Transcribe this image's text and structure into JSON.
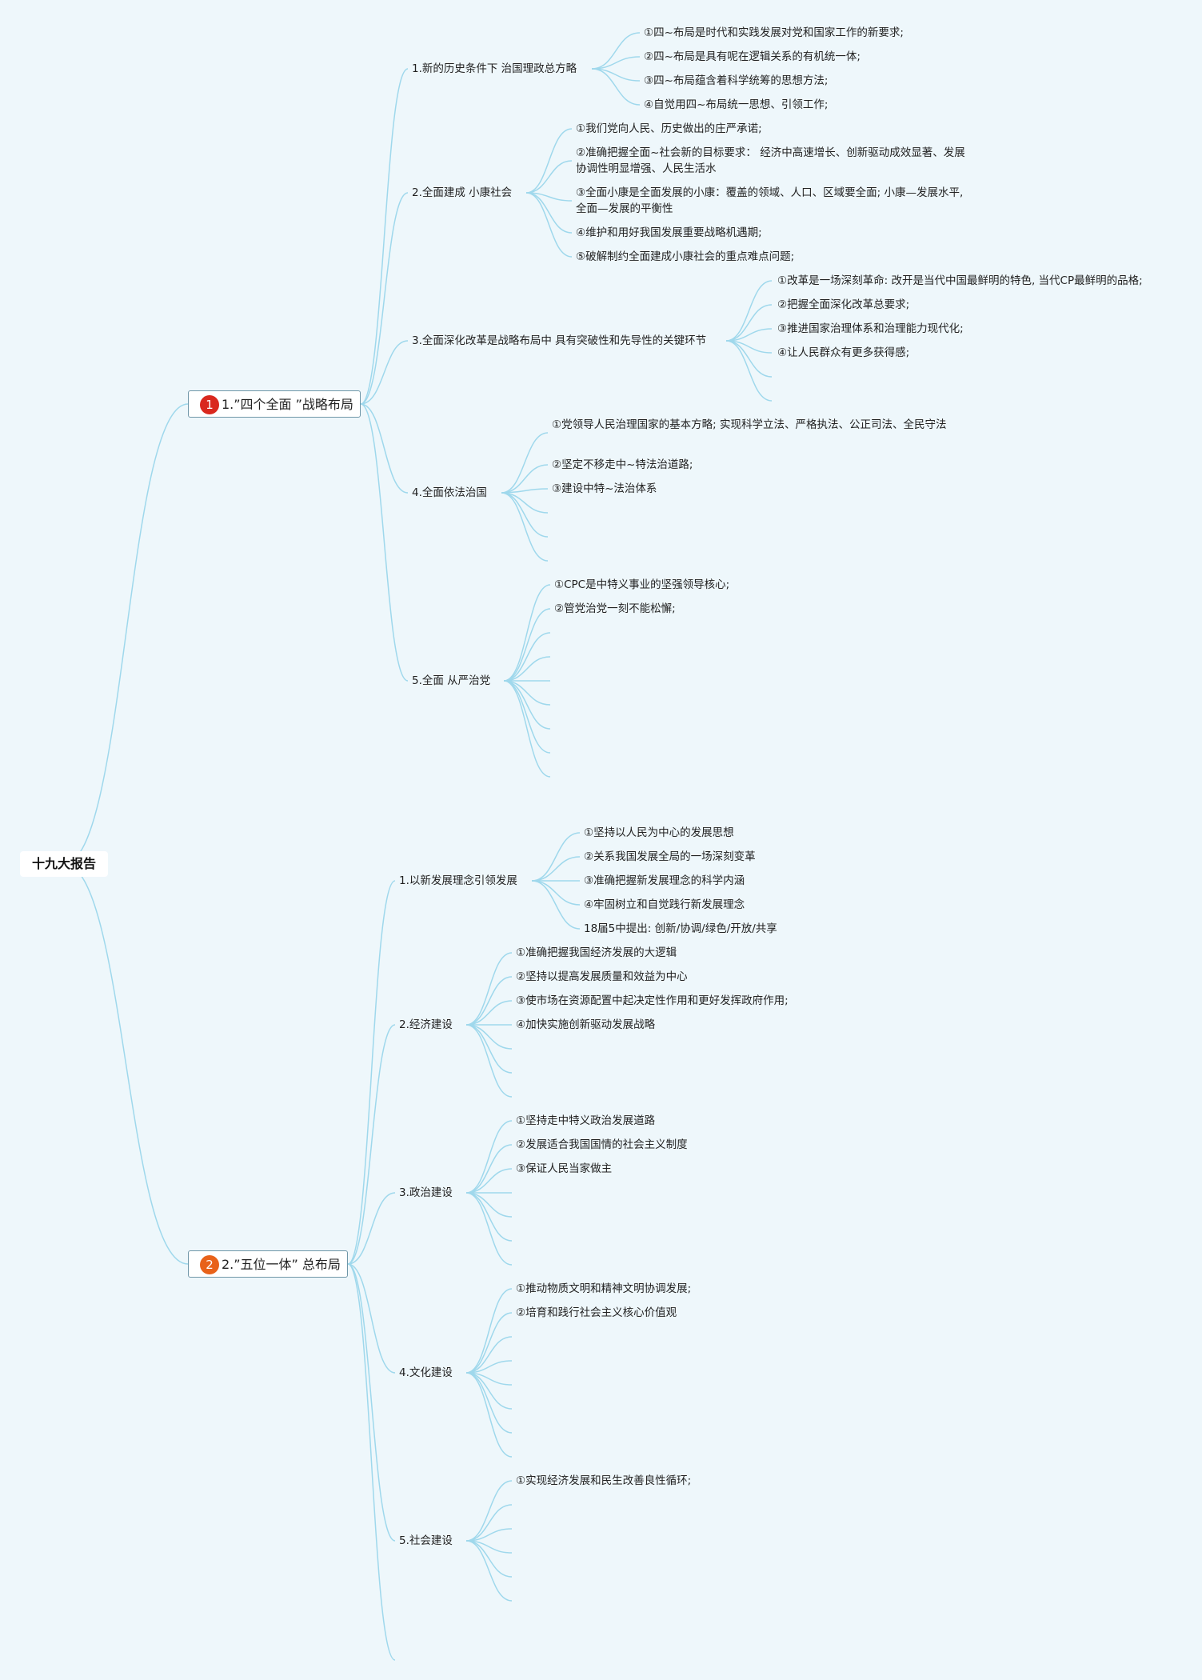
{
  "root": "十九大报告",
  "branch1": {
    "badge": "1",
    "badge_color": "#d9281e",
    "title": "1.”四个全面 ”战略布局",
    "s1": {
      "label": "1.新的历史条件下 治国理政总方略",
      "items": [
        "①四~布局是时代和实践发展对党和国家工作的新要求;",
        "②四~布局是具有呢在逻辑关系的有机统一体;",
        "③四~布局蕴含着科学统筹的思想方法;",
        "④自觉用四~布局统一思想、引领工作;"
      ]
    },
    "s2": {
      "label": "2.全面建成 小康社会",
      "items": [
        "①我们党向人民、历史做出的庄严承诺;",
        "②准确把握全面~社会新的目标要求： 经济中高速增长、创新驱动成效显著、发展协调性明显增强、人民生活水",
        "③全面小康是全面发展的小康：覆盖的领域、人口、区域要全面; 小康—发展水平, 全面—发展的平衡性",
        "④维护和用好我国发展重要战略机遇期;",
        "⑤破解制约全面建成小康社会的重点难点问题;"
      ]
    },
    "s3": {
      "label": "3.全面深化改革是战略布局中 具有突破性和先导性的关键环节",
      "items": [
        "①改革是一场深刻革命: 改开是当代中国最鲜明的特色, 当代CP最鲜明的品格;",
        "②把握全面深化改革总要求;",
        "③推进国家治理体系和治理能力现代化;",
        "④让人民群众有更多获得感;"
      ]
    },
    "s4": {
      "label": "4.全面依法治国",
      "items": [
        "①党领导人民治理国家的基本方略; 实现科学立法、严格执法、公正司法、全民守法",
        "②坚定不移走中~特法治道路;",
        "③建设中特~法治体系"
      ]
    },
    "s5": {
      "label": "5.全面 从严治党",
      "items": [
        "①CPC是中特义事业的坚强领导核心;",
        "②管党治党一刻不能松懈;"
      ]
    }
  },
  "branch2": {
    "badge": "2",
    "badge_color": "#e8621a",
    "title": "2.”五位一体” 总布局",
    "s1": {
      "label": "1.以新发展理念引领发展",
      "items": [
        "①坚持以人民为中心的发展思想",
        "②关系我国发展全局的一场深刻变革",
        "③准确把握新发展理念的科学内涵",
        "④牢固树立和自觉践行新发展理念",
        "18届5中提出: 创新/协调/绿色/开放/共享"
      ]
    },
    "s2": {
      "label": "2.经济建设",
      "items": [
        "①准确把握我国经济发展的大逻辑",
        "②坚持以提高发展质量和效益为中心",
        "③使市场在资源配置中起决定性作用和更好发挥政府作用;",
        "④加快实施创新驱动发展战略"
      ]
    },
    "s3": {
      "label": "3.政治建设",
      "items": [
        "①坚持走中特义政治发展道路",
        "②发展适合我国国情的社会主义制度",
        "③保证人民当家做主"
      ]
    },
    "s4": {
      "label": "4.文化建设",
      "items": [
        "①推动物质文明和精神文明协调发展;",
        "②培育和践行社会主义核心价值观"
      ]
    },
    "s5": {
      "label": "5.社会建设",
      "items": [
        "①实现经济发展和民生改善良性循环;"
      ]
    }
  },
  "connector_color": "#9fd8ec",
  "background_color": "#eef7fb"
}
